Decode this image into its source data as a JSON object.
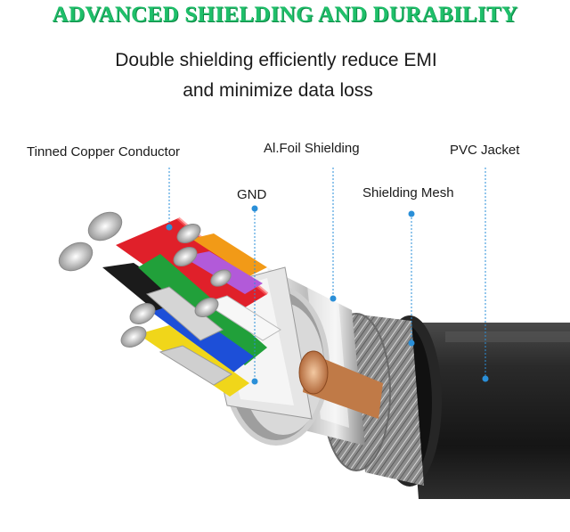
{
  "header": {
    "title": "ADVANCED SHIELDING AND DURABILITY",
    "subtitle_line1": "Double shielding efficiently reduce EMI",
    "subtitle_line2": "and minimize data loss"
  },
  "callouts": {
    "tinned_copper": "Tinned Copper Conductor",
    "al_foil": "Al.Foil Shielding",
    "pvc_jacket": "PVC Jacket",
    "gnd": "GND",
    "shielding_mesh": "Shielding Mesh"
  },
  "colors": {
    "title_green": "#1fbf6a",
    "callout_blue": "#2a8fd8",
    "jacket_black": "#1e1e1e"
  }
}
